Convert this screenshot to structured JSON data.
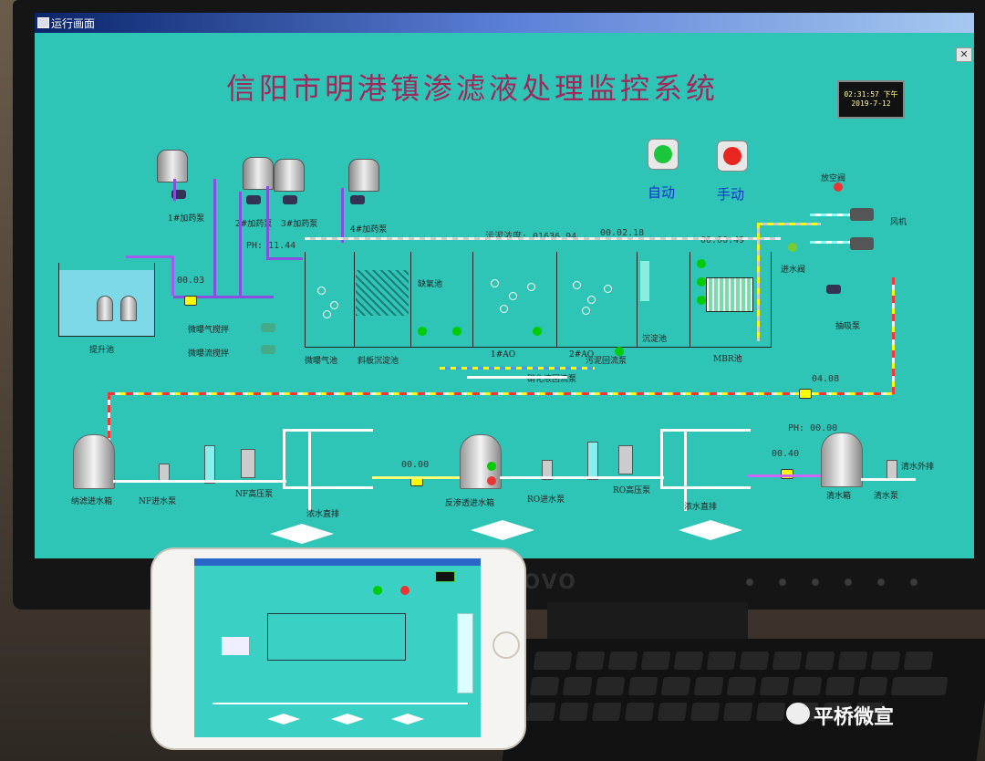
{
  "window": {
    "title": "运行画面",
    "close_glyph": "✕"
  },
  "system_title": "信阳市明港镇渗滤液处理监控系统",
  "clock": {
    "time": "02:31:57 下午",
    "date": "2019-7-12"
  },
  "mode_buttons": {
    "auto": "自动",
    "manual": "手动"
  },
  "top_equipment": {
    "dosing": [
      "1#加药泵",
      "2#加药泵",
      "3#加药泵",
      "4#加药泵"
    ],
    "fan_valve": "放空阀",
    "fan": "风机",
    "inlet_valve": "进水阀",
    "suction_pump": "抽吸泵"
  },
  "readouts": {
    "r1": "00.03",
    "ph1": "PH: 11.44",
    "sludge": "污泥浓度: 01636.94",
    "r3": "00.02.18",
    "r4": "00:00.49",
    "r5": "04.08",
    "r6": "00.00",
    "ph2": "PH: 00.00",
    "r7": "00.40"
  },
  "process_labels": {
    "equalization": "提升池",
    "aer_fan1": "微曝气搅拌",
    "aer_fan2": "微曝流搅拌",
    "micro_aer": "微曝气池",
    "sediment": "斜板沉淀池",
    "anoxic": "缺氧池",
    "o1": "1#AO",
    "o2": "2#AO",
    "settle": "沉淀池",
    "mbr": "MBR池",
    "reflux": "硝化液回流泵",
    "sludge_reflux": "污泥回流泵"
  },
  "bottom_labels": {
    "tank1": "纳滤进水箱",
    "nf_pump": "NF进水泵",
    "nf_hp": "NF高压泵",
    "conc1": "浓水直排",
    "ro_tank": "反渗透进水箱",
    "ro_pump": "RO进水泵",
    "ro_hp": "RO高压泵",
    "conc2": "浓水直排",
    "clean": "清水箱",
    "clean_pump": "清水泵",
    "out": "清水外排"
  },
  "monitor_brand": "LENOVO",
  "watermark": "平桥微宣"
}
